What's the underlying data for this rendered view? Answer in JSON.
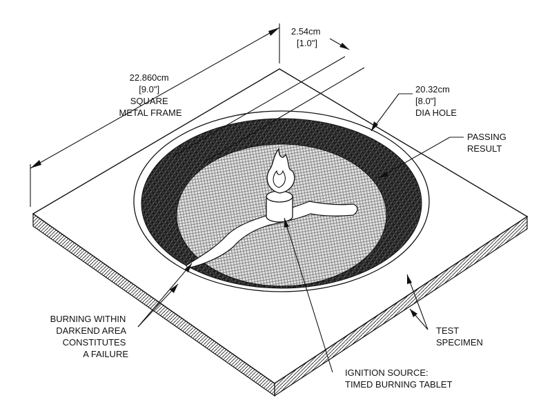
{
  "labels": {
    "frame": [
      "22.860cm",
      "[9.0\"]",
      "SQUARE",
      "METAL FRAME"
    ],
    "rim_width": [
      "2.54cm",
      "[1.0\"]"
    ],
    "hole": [
      "20.32cm",
      "[8.0\"]",
      "DIA HOLE"
    ],
    "passing": [
      "PASSING",
      "RESULT"
    ],
    "failure": [
      "BURNING WITHIN",
      "DARKEND AREA",
      "CONSTITUTES",
      "A FAILURE"
    ],
    "specimen": [
      "TEST",
      "SPECIMEN"
    ],
    "ignition": [
      "IGNITION SOURCE:",
      "TIMED BURNING TABLET"
    ]
  },
  "colors": {
    "ink": "#111111",
    "dark_ring": "#3a3a3a",
    "light_mesh": "#d6d6d6",
    "paper": "#ffffff"
  }
}
